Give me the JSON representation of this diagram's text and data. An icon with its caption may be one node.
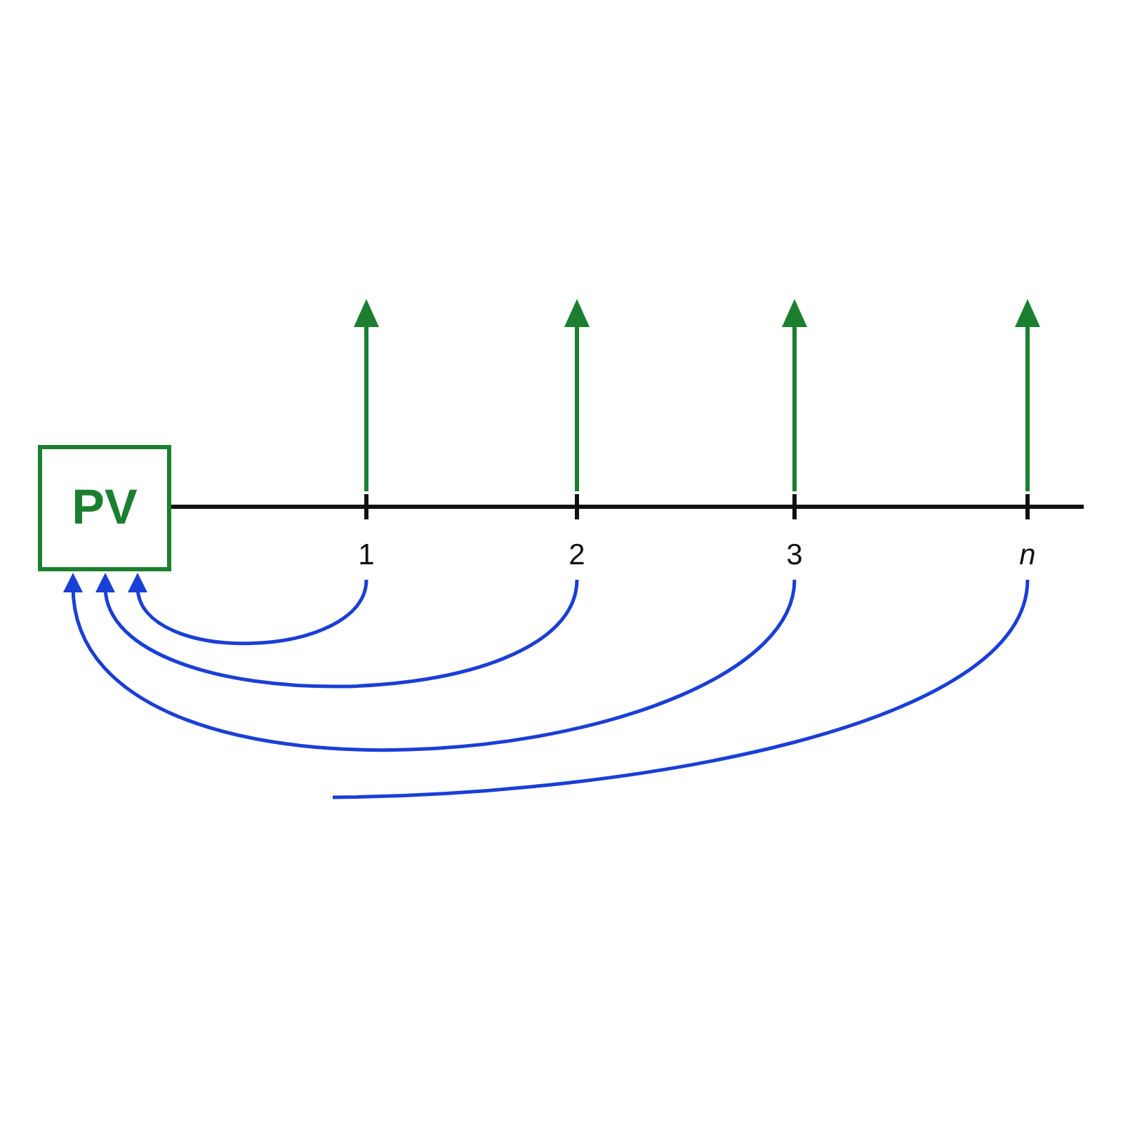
{
  "diagram": {
    "nodes": [
      {
        "text": [
          "PV"
        ]
      },
      {
        "text": [
          "1"
        ]
      },
      {
        "text": [
          "2"
        ]
      },
      {
        "text": [
          "3"
        ]
      },
      {
        "text": [
          "n"
        ]
      }
    ],
    "edges": [
      {
        "from": 1,
        "to": 0,
        "arrow": "to"
      },
      {
        "from": 2,
        "to": 0,
        "arrow": "to"
      },
      {
        "from": 3,
        "to": 0,
        "arrow": "to"
      },
      {
        "from": 4,
        "to": null,
        "arrow": "none"
      }
    ]
  }
}
